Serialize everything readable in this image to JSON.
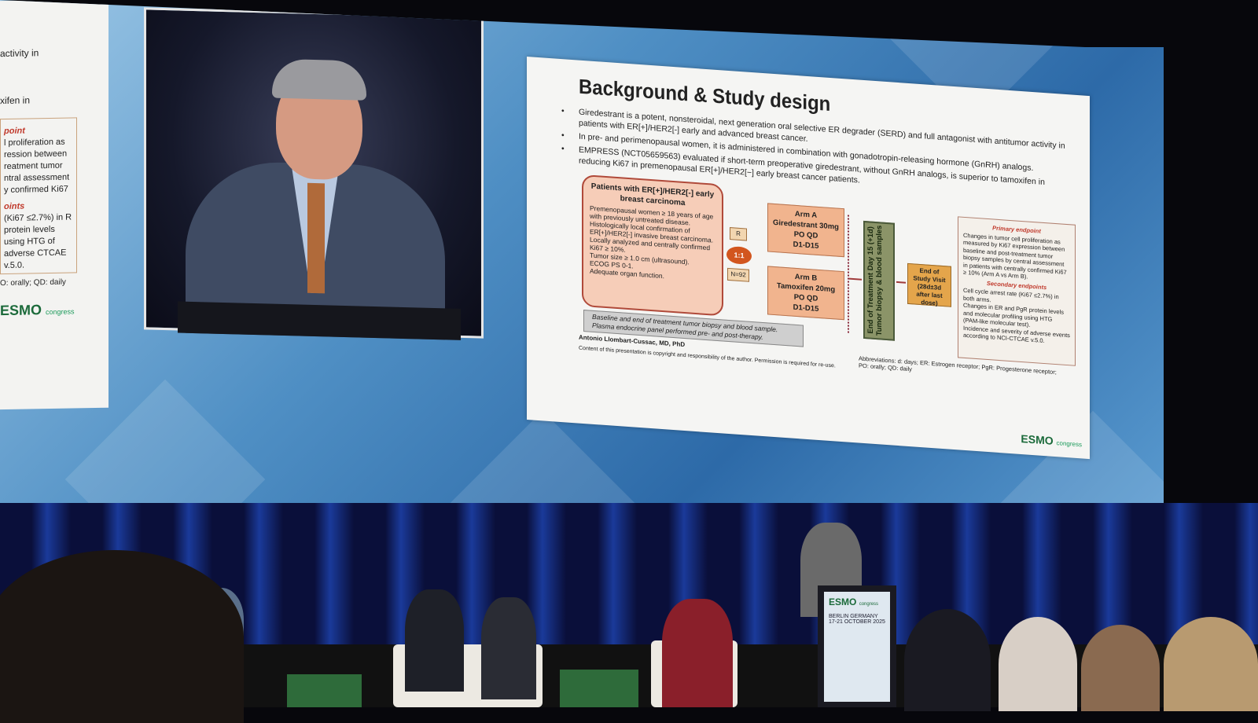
{
  "left_slide": {
    "lines": [
      "activity in",
      "xifen in"
    ],
    "primary_label": "point",
    "primary_text": "l proliferation as ression between reatment tumor ntral assessment y confirmed Ki67",
    "secondary_label": "oints",
    "secondary_text": "(Ki67 ≤2.7%) in R protein levels using HTG of adverse CTCAE v.5.0.",
    "abbr": "O: orally; QD: daily",
    "logo": "ESMO",
    "logo_sub": "congress"
  },
  "slide": {
    "title": "Background & Study design",
    "bullets": [
      "Giredestrant is a potent, nonsteroidal, next generation oral selective ER degrader (SERD) and full antagonist with antitumor activity in patients with ER[+]/HER2[-] early and advanced breast cancer.",
      "In pre- and perimenopausal women, it is administered in combination with gonadotropin-releasing hormone (GnRH) analogs.",
      "EMPRESS (NCT05659563) evaluated if short-term preoperative giredestrant, without GnRH analogs, is superior to tamoxifen in reducing Ki67 in premenopausal ER[+]/HER2[−] early breast cancer patients."
    ],
    "patients_title": "Patients with ER[+]/HER2[-] early breast carcinoma",
    "patients_criteria": [
      "Premenopausal women ≥ 18 years of age with previously untreated disease.",
      "Histologically local confirmation of ER[+]/HER2[-] invasive breast carcinoma.",
      "Locally analyzed and centrally confirmed Ki67 ≥ 10%.",
      "Tumor size ≥ 1.0 cm (ultrasound).",
      "ECOG PS 0-1.",
      "Adequate organ function."
    ],
    "randomization": "R",
    "ratio": "1:1",
    "n": "N=92",
    "arm_a": [
      "Arm A",
      "Giredestrant 30mg PO QD",
      "D1-D15"
    ],
    "arm_b": [
      "Arm B",
      "Tamoxifen 20mg PO QD",
      "D1-D15"
    ],
    "end_of_treatment": "End of Treatment Day 15 (+1d) Tumor biopsy & blood samples",
    "end_of_study": "End of Study Visit (28d±3d after last dose)",
    "primary_title": "Primary endpoint",
    "primary_text": "Changes in tumor cell proliferation as measured by Ki67 expression between baseline and post-treatment tumor biopsy samples by central assessment in patients with centrally confirmed Ki67 ≥ 10% (Arm A vs Arm B).",
    "secondary_title": "Secondary endpoints",
    "secondary_items": [
      "Cell cycle arrest rate (Ki67 ≤2.7%) in both arms.",
      "Changes in ER and PgR protein levels and molecular profiling using HTG (PAM-like molecular test).",
      "Incidence and severity of adverse events according to NCI-CTCAE v.5.0."
    ],
    "notes": [
      "Baseline and end of treatment tumor biopsy and blood sample.",
      "Plasma endocrine panel performed pre- and post-therapy."
    ],
    "author": "Antonio Llombart-Cussac, MD, PhD",
    "abbreviations": "Abbreviations: d: days; ER: Estrogen receptor; PgR: Progesterone receptor; PO: orally; QD: daily",
    "copyright": "Content of this presentation is copyright and responsibility of the author. Permission is required for re-use.",
    "logo": "ESMO",
    "logo_sub": "congress"
  },
  "podium": {
    "logo": "ESMO",
    "logo_sub": "congress",
    "location": "BERLIN GERMANY",
    "dates": "17-21 OCTOBER 2025"
  }
}
